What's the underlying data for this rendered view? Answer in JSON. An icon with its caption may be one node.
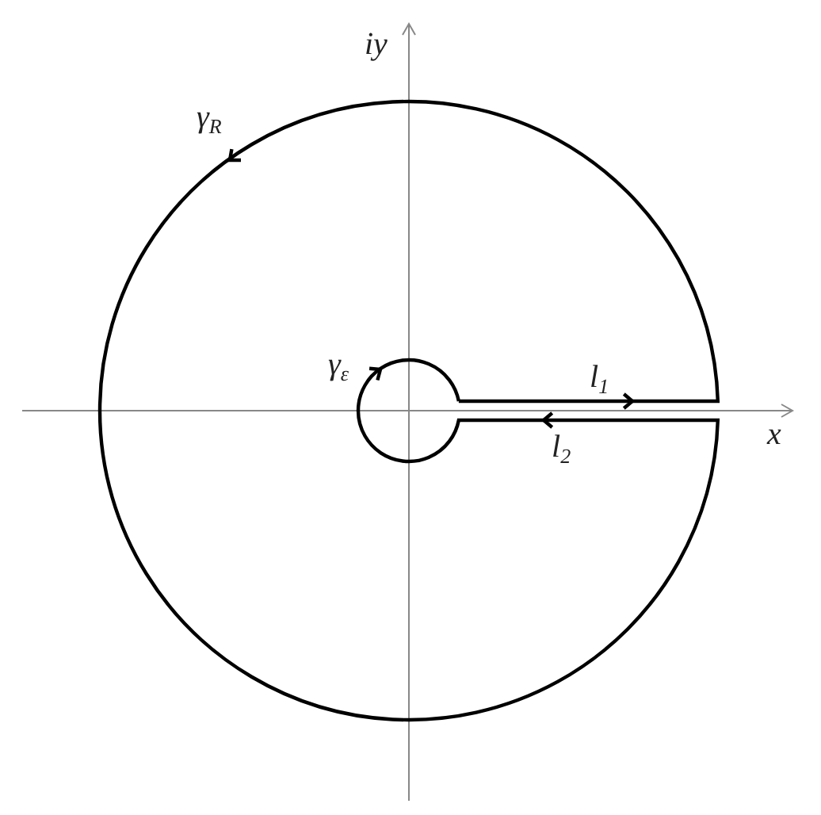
{
  "diagram": {
    "labels": [
      "iy",
      "γ$_{R}$",
      "γ$_{ε}$",
      "l$_{1}$",
      "l$_{2}$",
      "x"
    ]
  }
}
